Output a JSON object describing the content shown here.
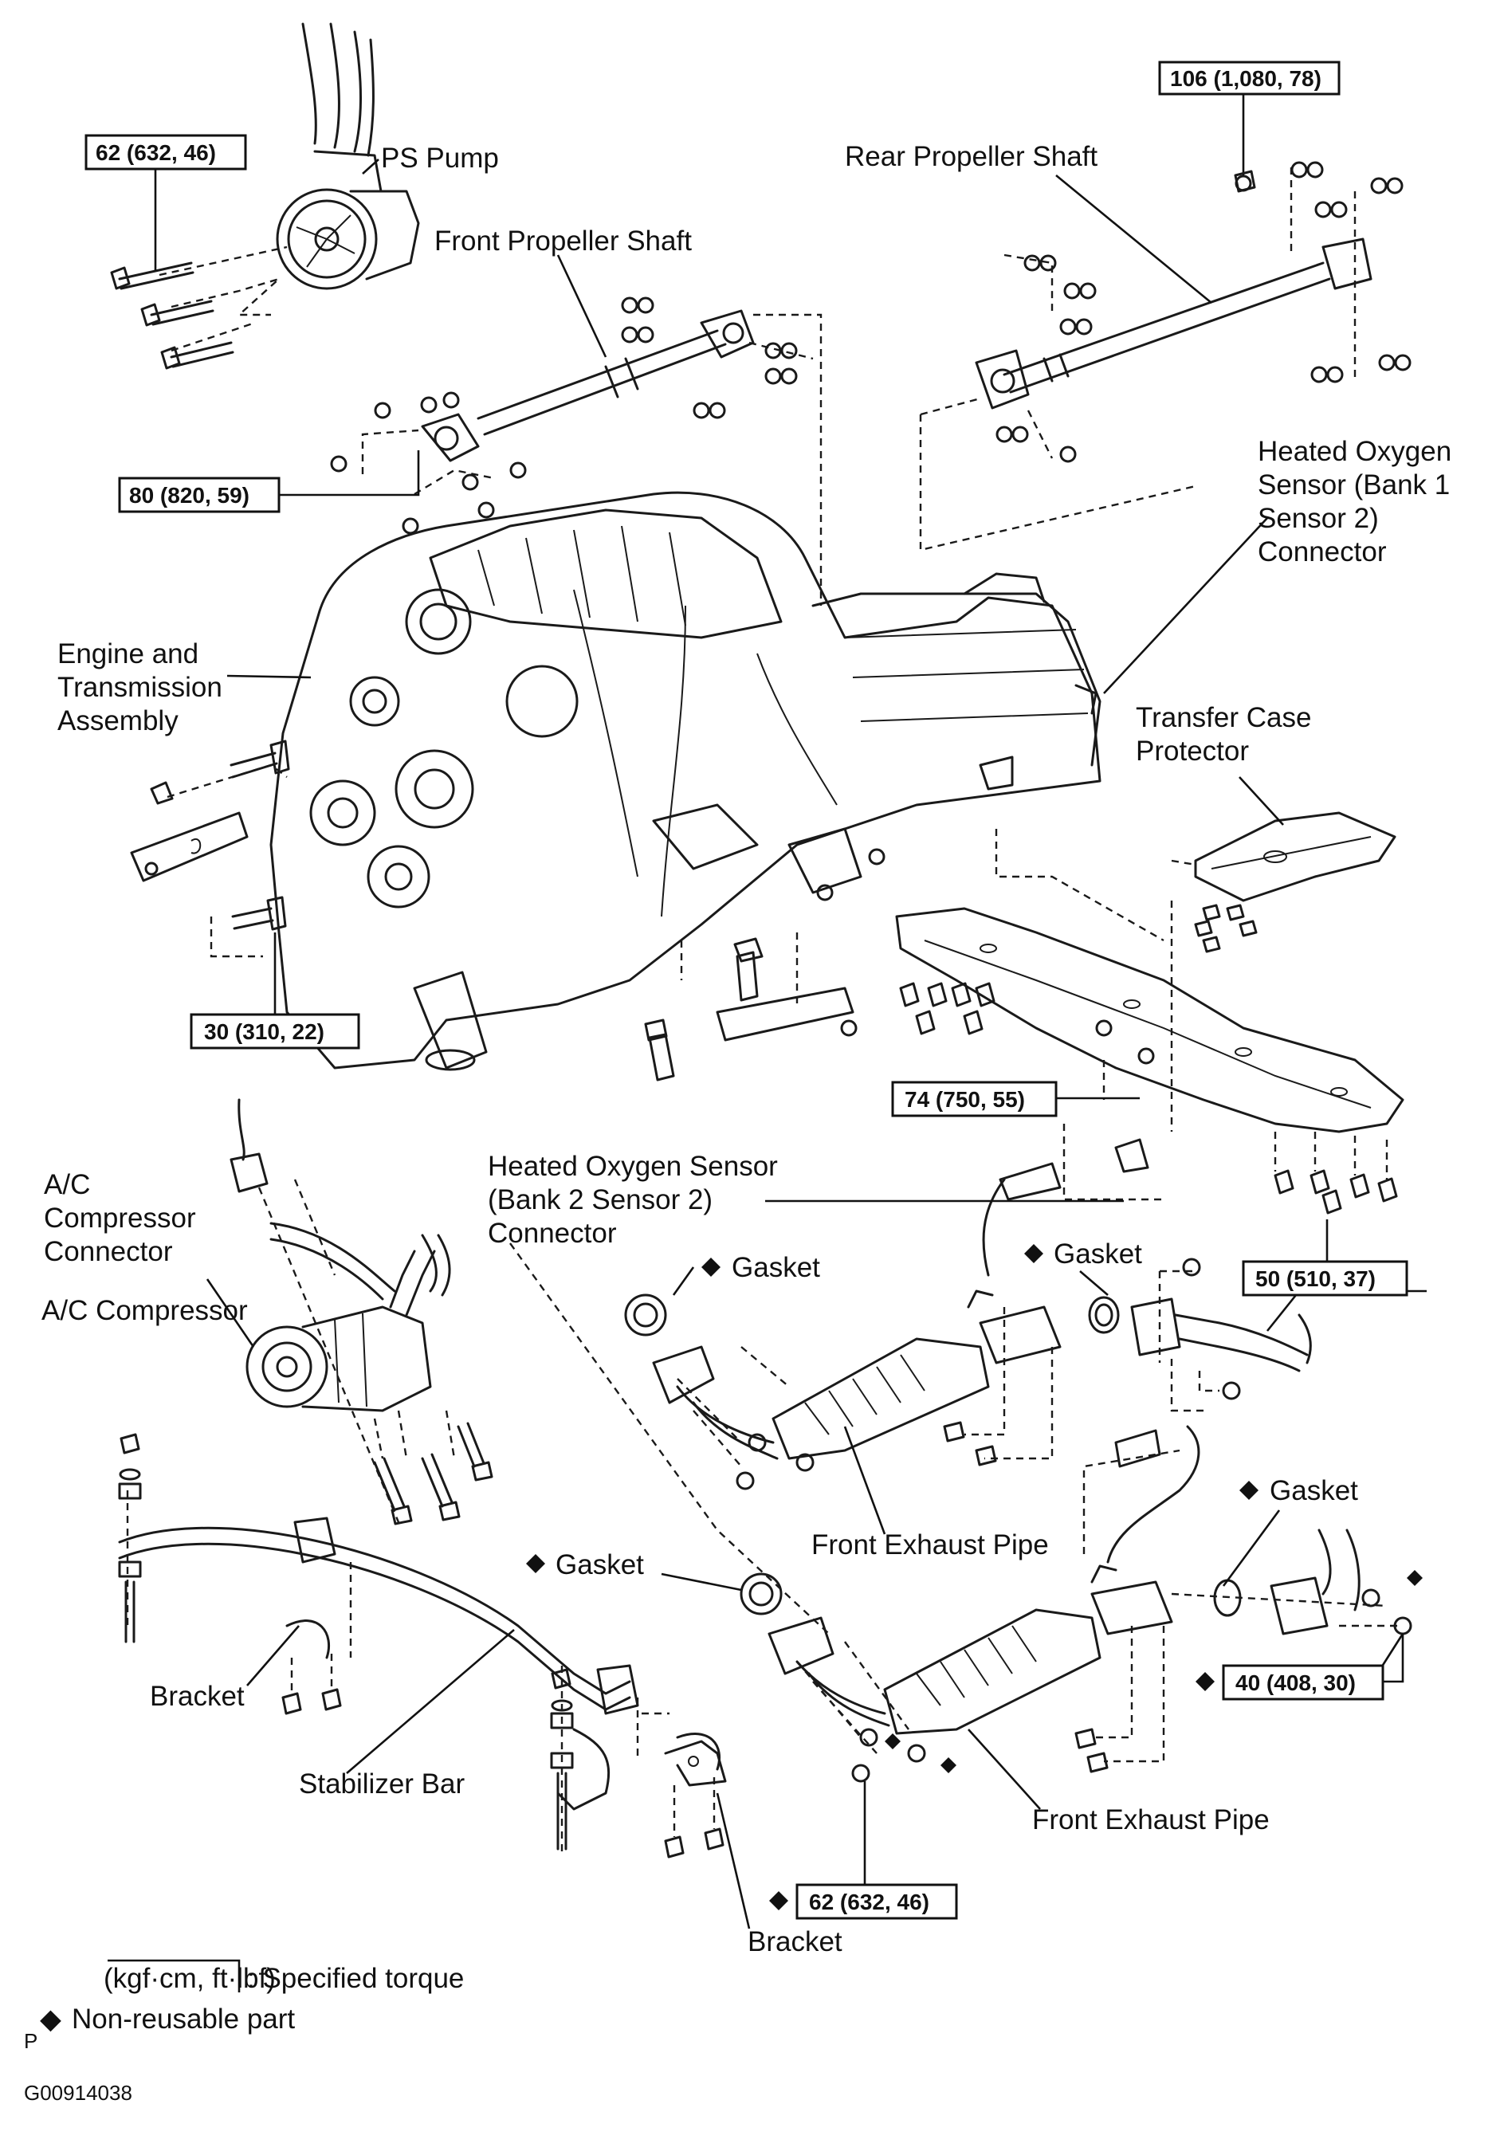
{
  "figure_id": "G00914038",
  "corner_mark": "P",
  "labels": {
    "ps_pump": "PS Pump",
    "rear_propeller_shaft": "Rear Propeller Shaft",
    "front_propeller_shaft": "Front Propeller Shaft",
    "ho2s_bank1_l1": "Heated Oxygen",
    "ho2s_bank1_l2": "Sensor (Bank 1",
    "ho2s_bank1_l3": "Sensor 2)",
    "ho2s_bank1_l4": "Connector",
    "engine_l1": "Engine and",
    "engine_l2": "Transmission",
    "engine_l3": "Assembly",
    "transfer_l1": "Transfer Case",
    "transfer_l2": "Protector",
    "ac_conn_l1": "A/C",
    "ac_conn_l2": "Compressor",
    "ac_conn_l3": "Connector",
    "ac_compressor": "A/C Compressor",
    "ho2s_bank2_l1": "Heated Oxygen Sensor",
    "ho2s_bank2_l2": "(Bank 2 Sensor 2)",
    "ho2s_bank2_l3": "Connector",
    "gasket_1": "Gasket",
    "gasket_2": "Gasket",
    "gasket_3": "Gasket",
    "gasket_4": "Gasket",
    "front_exhaust_pipe_1": "Front Exhaust Pipe",
    "front_exhaust_pipe_2": "Front Exhaust Pipe",
    "bracket_1": "Bracket",
    "bracket_2": "Bracket",
    "stabilizer_bar": "Stabilizer Bar"
  },
  "torque": {
    "t_106": "106 (1,080, 78)",
    "t_62_ps": "62 (632, 46)",
    "t_80": "80 (820, 59)",
    "t_30": "30 (310, 22)",
    "t_74": "74 (750, 55)",
    "t_50": "50 (510, 37)",
    "t_40": "40 (408, 30)",
    "t_62_exh": "62 (632, 46)"
  },
  "legend": {
    "unit_box": "(kgf·cm, ft·lbf)",
    "specified_torque": ": Specified torque",
    "diamond_symbol": "◆",
    "non_reusable": "Non-reusable part"
  }
}
